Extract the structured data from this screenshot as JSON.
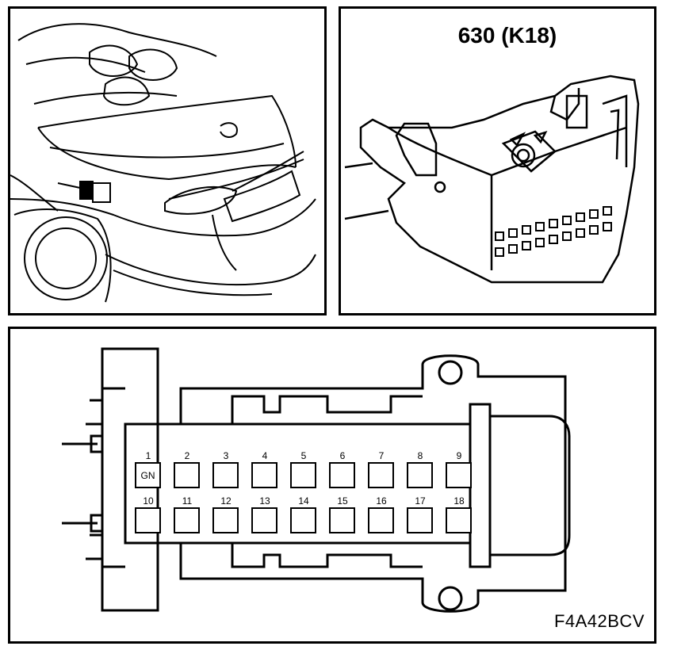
{
  "car_panel": {
    "description_icon": "rear-car-view-icon"
  },
  "connector_panel": {
    "title": "630 (K18)",
    "icon": "connector-housing-icon"
  },
  "pinout_panel": {
    "pins_row1": [
      {
        "number": "1",
        "label": "GN"
      },
      {
        "number": "2",
        "label": ""
      },
      {
        "number": "3",
        "label": ""
      },
      {
        "number": "4",
        "label": ""
      },
      {
        "number": "5",
        "label": ""
      },
      {
        "number": "6",
        "label": ""
      },
      {
        "number": "7",
        "label": ""
      },
      {
        "number": "8",
        "label": ""
      },
      {
        "number": "9",
        "label": ""
      }
    ],
    "pins_row2": [
      {
        "number": "10",
        "label": ""
      },
      {
        "number": "11",
        "label": ""
      },
      {
        "number": "12",
        "label": ""
      },
      {
        "number": "13",
        "label": ""
      },
      {
        "number": "14",
        "label": ""
      },
      {
        "number": "15",
        "label": ""
      },
      {
        "number": "16",
        "label": ""
      },
      {
        "number": "17",
        "label": ""
      },
      {
        "number": "18",
        "label": ""
      }
    ],
    "figure_code": "F4A42BCV"
  }
}
